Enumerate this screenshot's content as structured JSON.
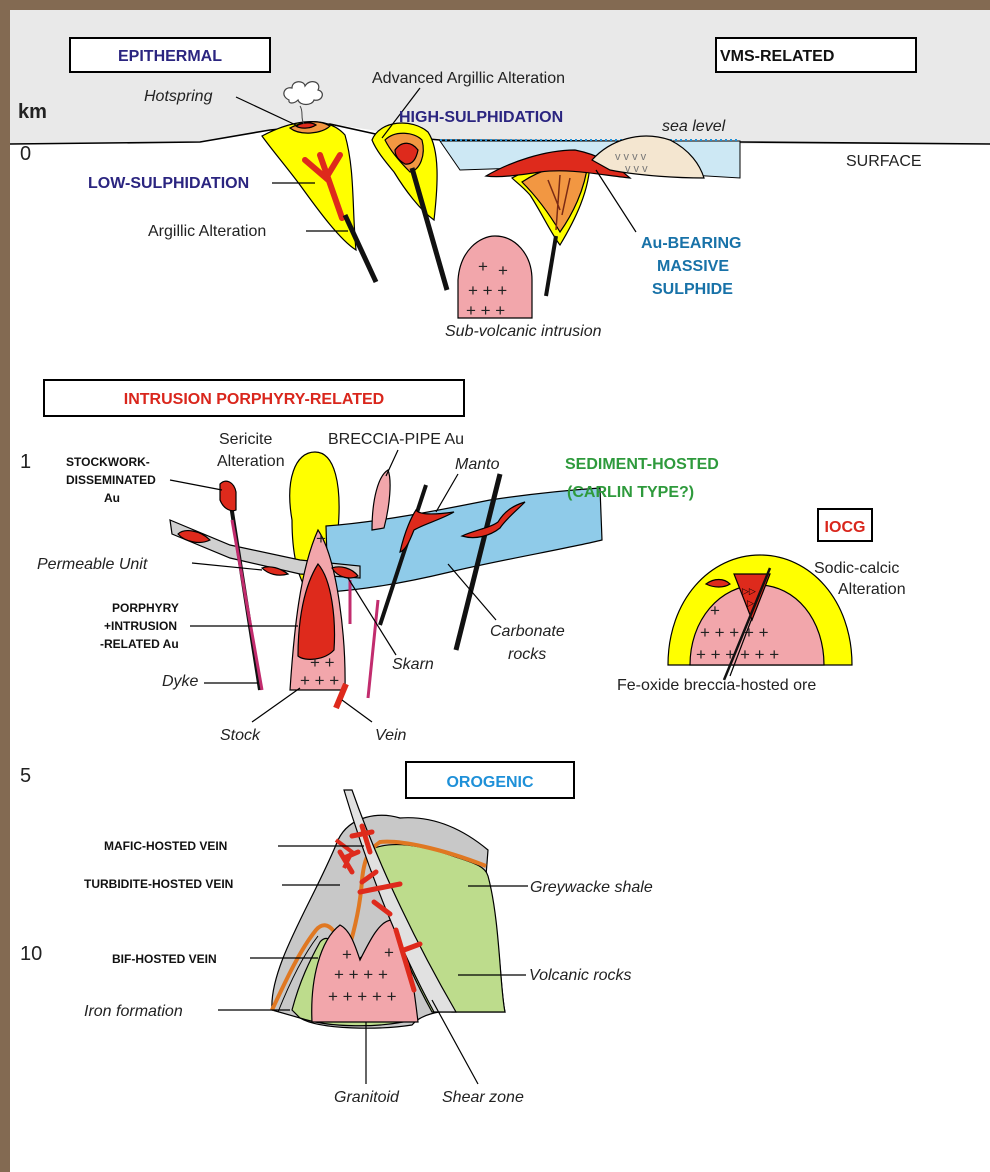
{
  "colors": {
    "border": "#836a52",
    "sky": "#e9e9e9",
    "yellow": "#ffff00",
    "orange": "#f29742",
    "red": "#de2a1c",
    "pink": "#f2a6ab",
    "blue": "#8fcbe9",
    "green": "#bddc8c",
    "gray": "#c8c8c8",
    "navy": "#2b2580",
    "teal": "#1872a8",
    "dark_green": "#2e9a3c",
    "box_red": "#d9261c",
    "sky_blue": "#1e90d8"
  },
  "depth_scale": {
    "unit": "km",
    "marks": [
      "0",
      "1",
      "5",
      "10"
    ]
  },
  "boxes": {
    "epithermal": "EPITHERMAL",
    "vms": "VMS-RELATED",
    "porphyry": "INTRUSION PORPHYRY-RELATED",
    "iocg": "IOCG",
    "orogenic": "OROGENIC"
  },
  "epithermal": {
    "hotspring": "Hotspring",
    "advanced_argillic": "Advanced Argillic Alteration",
    "high_sulph": "HIGH-SULPHIDATION",
    "low_sulph": "LOW-SULPHIDATION",
    "argillic": "Argillic Alteration",
    "sea_level": "sea level",
    "surface": "SURFACE",
    "massive_sulphide": [
      "Au-BEARING",
      "MASSIVE",
      "SULPHIDE"
    ],
    "intrusion": "Sub-volcanic intrusion"
  },
  "porphyry": {
    "sericite": [
      "Sericite",
      "Alteration"
    ],
    "breccia_pipe": "BRECCIA-PIPE Au",
    "manto": "Manto",
    "stockwork": [
      "STOCKWORK-",
      "DISSEMINATED",
      "Au"
    ],
    "permeable": "Permeable Unit",
    "porphyry_au": [
      "PORPHYRY",
      "+INTRUSION",
      "-RELATED Au"
    ],
    "dyke": "Dyke",
    "stock": "Stock",
    "vein": "Vein",
    "skarn": "Skarn",
    "carbonate": [
      "Carbonate",
      "rocks"
    ]
  },
  "sediment_hosted": [
    "SEDIMENT-HOSTED",
    "(CARLIN TYPE?)"
  ],
  "iocg": {
    "alteration": [
      "Sodic-calcic",
      "Alteration"
    ],
    "ore": "Fe-oxide breccia-hosted ore"
  },
  "orogenic": {
    "mafic": "MAFIC-HOSTED VEIN",
    "turbidite": "TURBIDITE-HOSTED VEIN",
    "bif": "BIF-HOSTED VEIN",
    "greywacke": "Greywacke shale",
    "volcanic": "Volcanic rocks",
    "iron": "Iron formation",
    "granitoid": "Granitoid",
    "shear": "Shear zone"
  }
}
